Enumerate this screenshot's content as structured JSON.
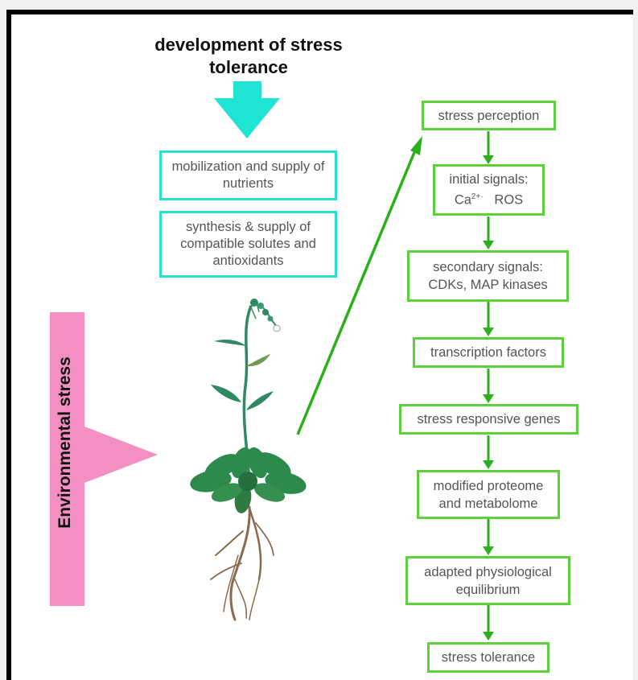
{
  "top_title": "development of stress tolerance",
  "cyan_boxes": [
    "mobilization and supply of nutrients",
    "synthesis & supply of compatible solutes and antioxidants"
  ],
  "side_label": "Environmental stress",
  "pathway_steps": [
    "stress perception",
    "initial signals:",
    "secondary signals: CDKs,   MAP kinases",
    "transcription factors",
    "stress responsive genes",
    "modified proteome and metabolome",
    "adapted physiological equilibrium",
    "stress tolerance"
  ],
  "initial_signals_line2": {
    "ca": "Ca",
    "ca_charge": "2+",
    "dot": "·",
    "ros": "ROS"
  },
  "colors": {
    "cyan": "#1fe3d3",
    "green_box": "#5dd13c",
    "green_arrow": "#2bb01b",
    "pink": "#f48fc4"
  }
}
